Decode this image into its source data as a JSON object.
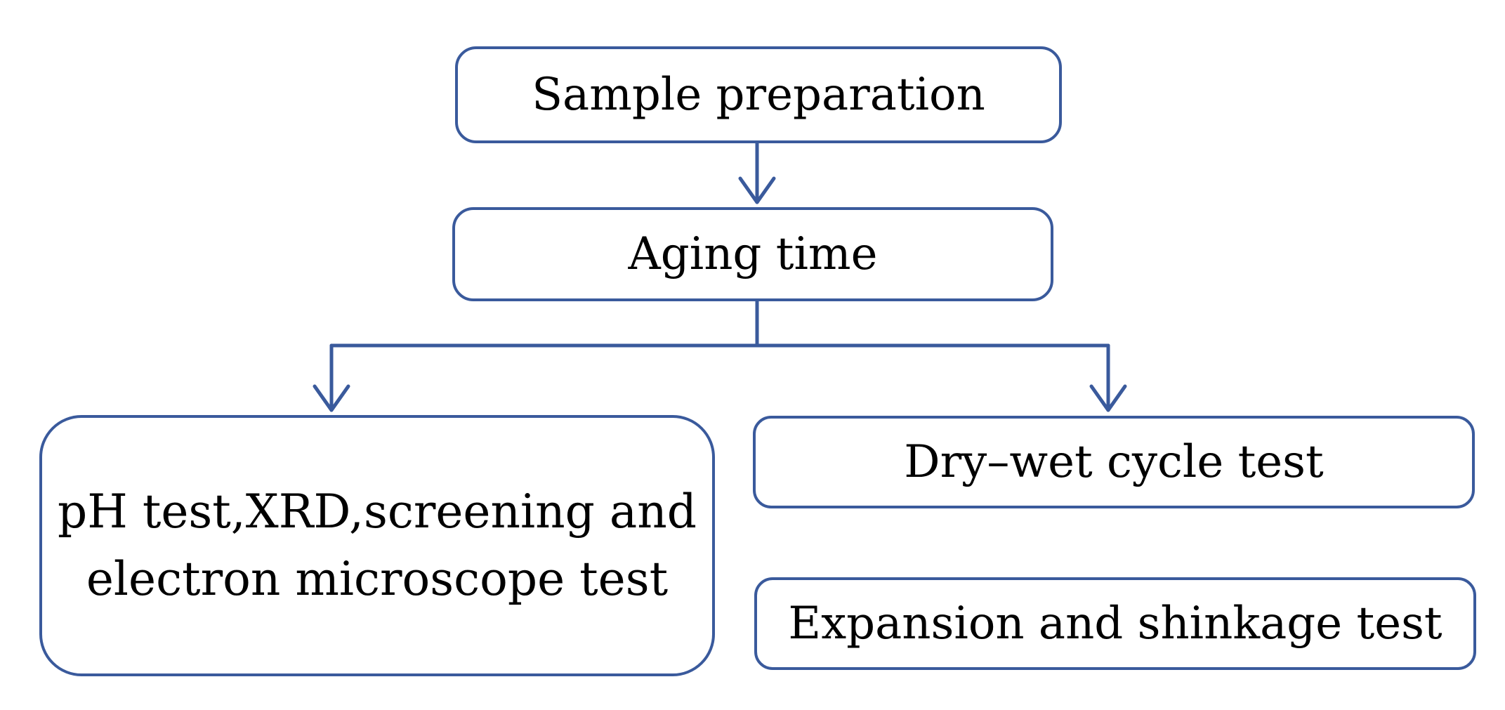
{
  "diagram": {
    "type": "flowchart",
    "colors": {
      "border": "#3a5a9c",
      "arrow": "#3a5a9c",
      "text": "#000000",
      "background": "#ffffff"
    },
    "nodes": {
      "sample_preparation": "Sample preparation",
      "aging_time": "Aging time",
      "ph_test_line1": "pH test,XRD,screening and",
      "ph_test_line2": "electron microscope test",
      "dry_wet_cycle": "Dry–wet cycle test",
      "expansion_shrinkage": "Expansion and shinkage test"
    },
    "edges": [
      {
        "from": "sample_preparation",
        "to": "aging_time"
      },
      {
        "from": "aging_time",
        "to": "ph_test"
      },
      {
        "from": "aging_time",
        "to": "dry_wet_cycle"
      }
    ]
  }
}
